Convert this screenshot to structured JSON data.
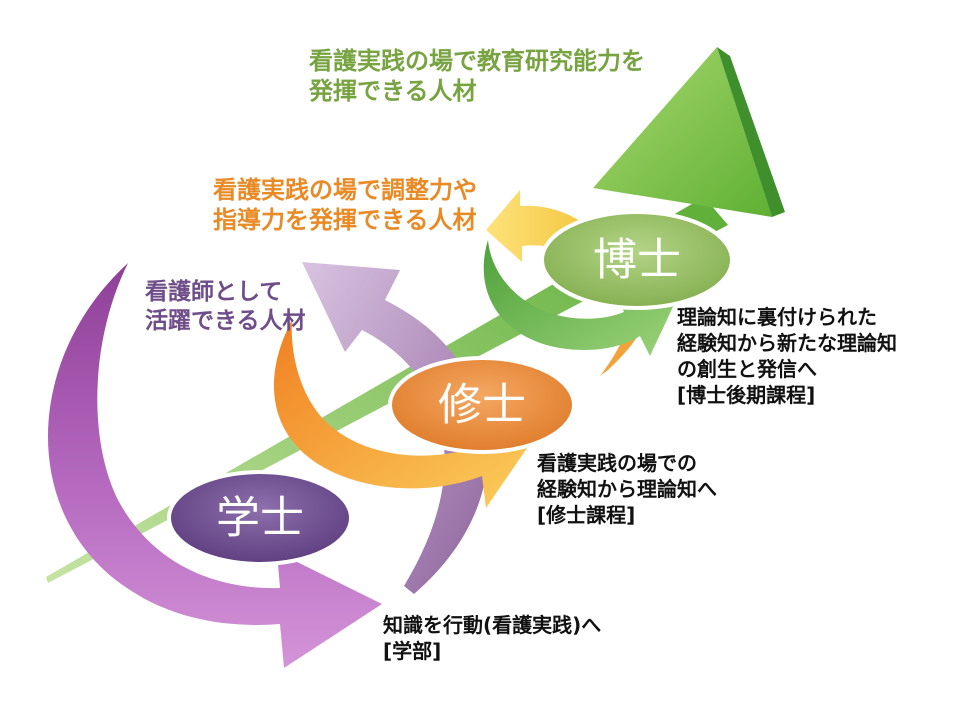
{
  "stages": [
    {
      "id": "bachelor",
      "label": "学士",
      "color": "#7a5a9a"
    },
    {
      "id": "master",
      "label": "修士",
      "color": "#ec9848"
    },
    {
      "id": "doctor",
      "label": "博士",
      "color": "#9cc06a"
    }
  ],
  "outcomes": {
    "doctor": [
      "看護実践の場で教育研究能力を",
      "発揮できる人材"
    ],
    "master": [
      "看護実践の場で調整力や",
      "指導力を発揮できる人材"
    ],
    "bachelor": [
      "看護師として",
      "活躍できる人材"
    ]
  },
  "programs": {
    "doctor": [
      "理論知に裏付けられた",
      "経験知から新たな理論知",
      "の創生と発信へ",
      "[博士後期課程]"
    ],
    "master": [
      "看護実践の場での",
      "経験知から理論知へ",
      "[修士課程]"
    ],
    "bachelor": [
      "知識を行動(看護実践)へ",
      "[学部]"
    ]
  },
  "colors": {
    "green": "#77a341",
    "orange": "#e88a25",
    "purple": "#6e4d88",
    "text": "#111111"
  }
}
